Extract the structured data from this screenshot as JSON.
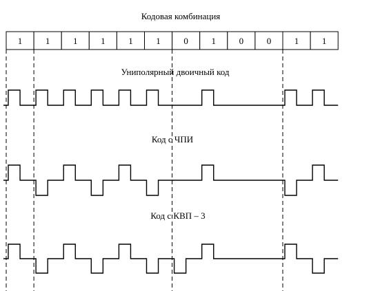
{
  "title": "Кодовая комбинация",
  "bits": [
    "1",
    "1",
    "1",
    "1",
    "1",
    "1",
    "0",
    "1",
    "0",
    "0",
    "1",
    "1"
  ],
  "sections": [
    {
      "label": "Униполярный двоичный код",
      "type": "unipolar"
    },
    {
      "label": "Код с ЧПИ",
      "type": "ami"
    },
    {
      "label": "Код с КВП – 3",
      "type": "hdb3",
      "signs": [
        1,
        -1,
        1,
        -1,
        1,
        -1,
        -1,
        1,
        0,
        0,
        1,
        -1
      ]
    }
  ]
}
